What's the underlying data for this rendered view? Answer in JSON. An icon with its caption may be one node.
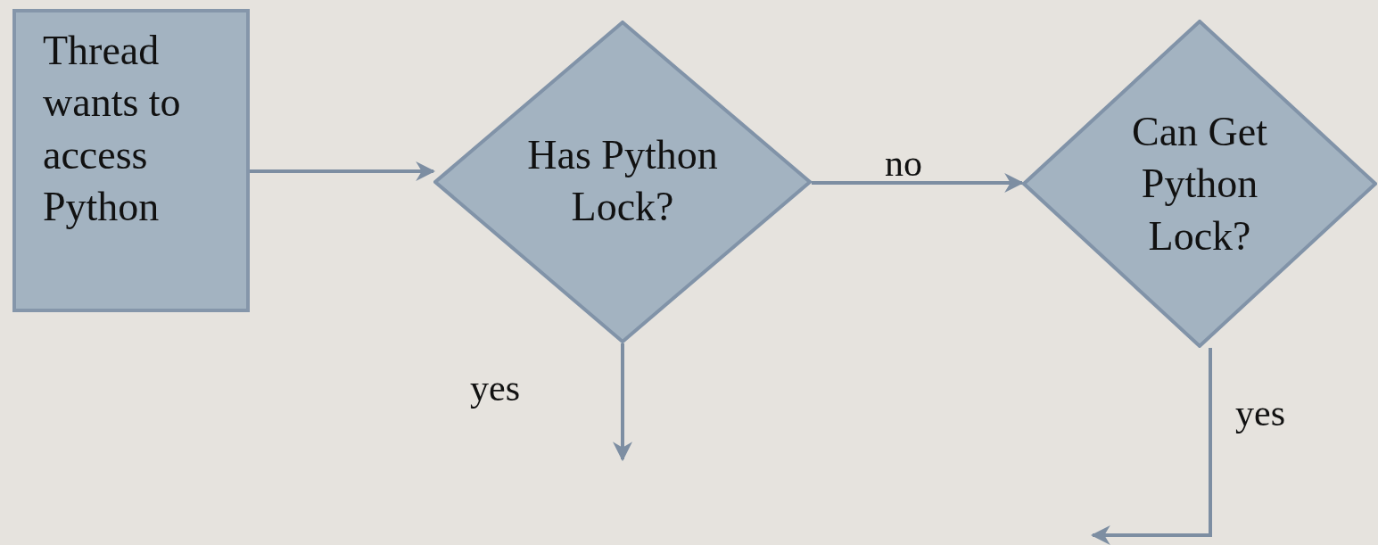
{
  "diagram": {
    "nodes": [
      {
        "text": [
          "Thread wants to access Python"
        ]
      },
      {
        "text": [
          "Has Python Lock?"
        ]
      },
      {
        "text": [
          "Can Get Python Lock?"
        ]
      }
    ],
    "edges": [
      {
        "from": 0,
        "to": 1,
        "arrow": "to"
      },
      {
        "from": 1,
        "to": 2,
        "arrow": "to",
        "label": "no"
      },
      {
        "from": 1,
        "to": null,
        "arrow": "to",
        "label": "yes"
      },
      {
        "from": 2,
        "to": null,
        "arrow": "to",
        "label": "yes"
      }
    ]
  }
}
